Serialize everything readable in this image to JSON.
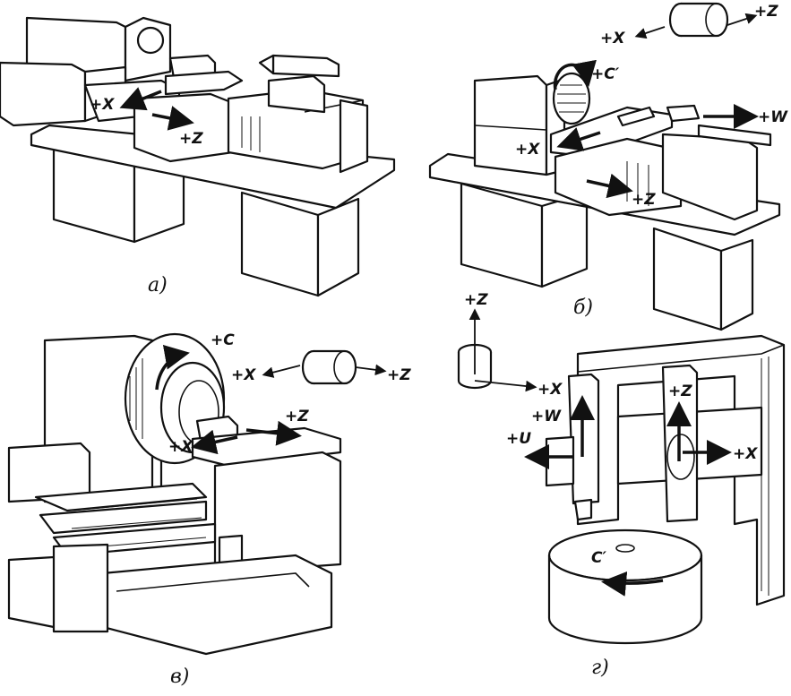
{
  "figure_a": {
    "caption": "а)",
    "axes": {
      "x": "+X",
      "z": "+Z"
    }
  },
  "figure_b": {
    "caption": "б)",
    "axes": {
      "c": "+C′",
      "x": "+X",
      "z": "+Z",
      "w": "+W",
      "x_ref": "+X",
      "z_ref": "+Z"
    }
  },
  "figure_v": {
    "caption": "в)",
    "axes": {
      "c": "+C",
      "x": "+X",
      "x_ref": "+X",
      "z_ref": "+Z",
      "z": "+Z"
    }
  },
  "figure_g": {
    "caption": "г)",
    "axes": {
      "z_ref": "+Z",
      "x_ref": "+X",
      "w": "+W",
      "u": "+U",
      "z": "+Z",
      "x": "+X",
      "c": "C′"
    }
  }
}
